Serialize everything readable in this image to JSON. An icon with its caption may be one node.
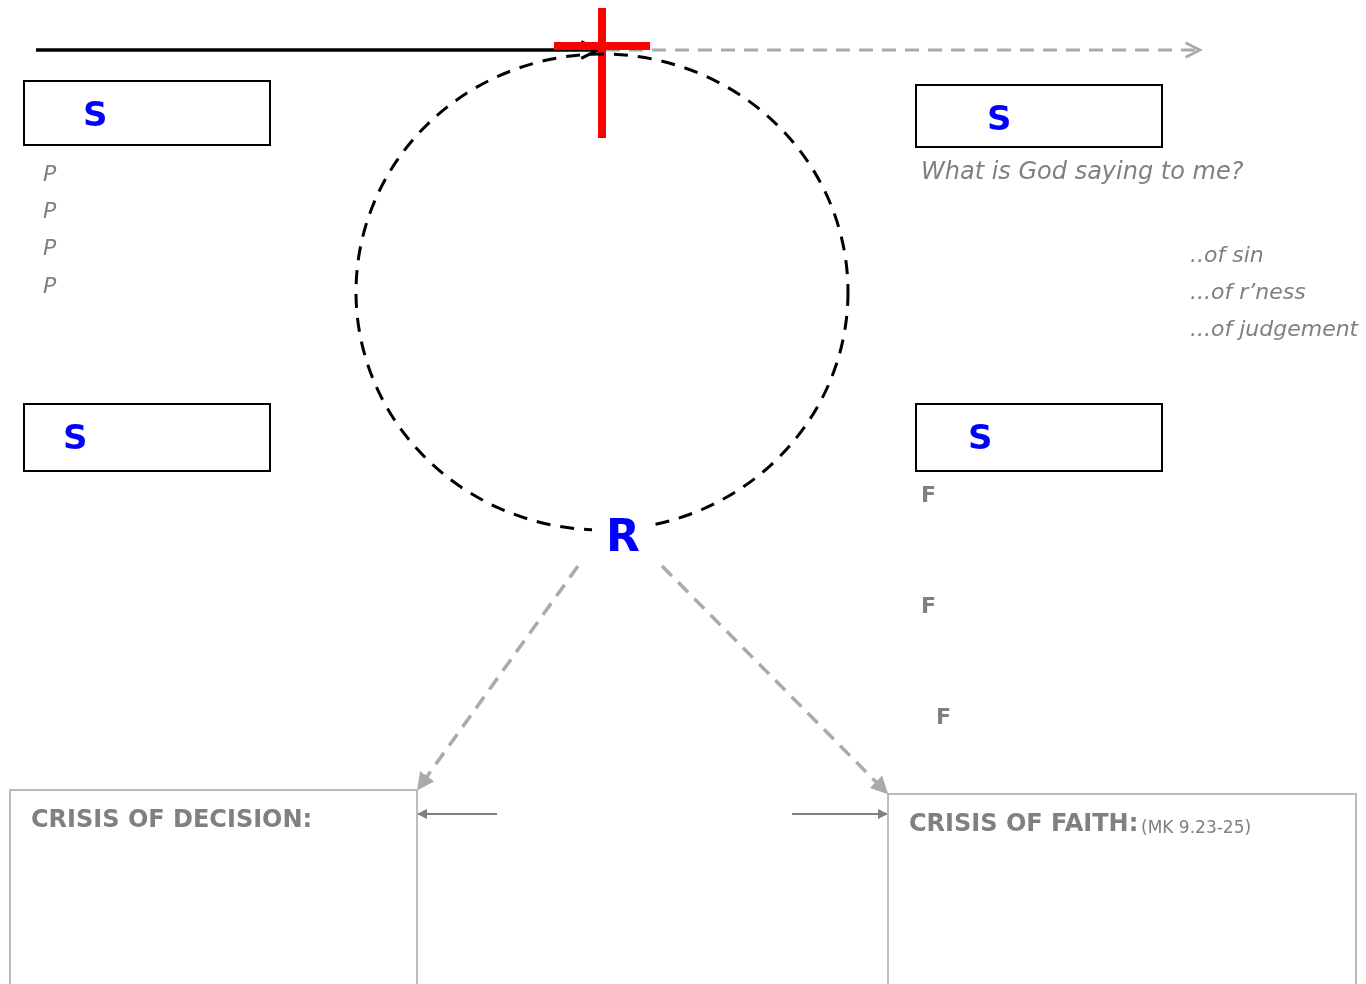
{
  "diagram": {
    "nodes": [
      {
        "text": [
          "S"
        ]
      },
      {
        "text": [
          "S"
        ],
        "beside": [
          "What is God saying to me?"
        ]
      },
      {
        "text": [
          "S"
        ]
      },
      {
        "text": [
          "S"
        ]
      },
      {
        "text": [],
        "shape": "cross"
      },
      {
        "text": [
          "R"
        ]
      },
      {
        "text": [
          "CRISIS OF DECISION:"
        ]
      },
      {
        "text": [
          "CRISIS OF FAITH:",
          "(MK 9.23-25)"
        ]
      }
    ],
    "edges": [
      {
        "from": null,
        "to": 4,
        "arrow": "to",
        "color": "#000000"
      },
      {
        "from": 4,
        "to": null,
        "arrow": "to",
        "style": "dashed",
        "color": "#aaaaaa"
      },
      {
        "from": 5,
        "to": 6,
        "arrow": "to",
        "style": "dashed",
        "color": "#aaaaaa"
      },
      {
        "from": 5,
        "to": 7,
        "arrow": "to",
        "style": "dashed",
        "color": "#aaaaaa"
      },
      {
        "from": null,
        "to": 6,
        "arrow": "to",
        "color": "#808080"
      },
      {
        "from": null,
        "to": 7,
        "arrow": "to",
        "color": "#808080"
      }
    ],
    "labels": [
      "P",
      "P",
      "P",
      "P",
      "..of sin",
      "...of r’ness",
      "...of judgement",
      "F",
      "F",
      "F"
    ]
  }
}
